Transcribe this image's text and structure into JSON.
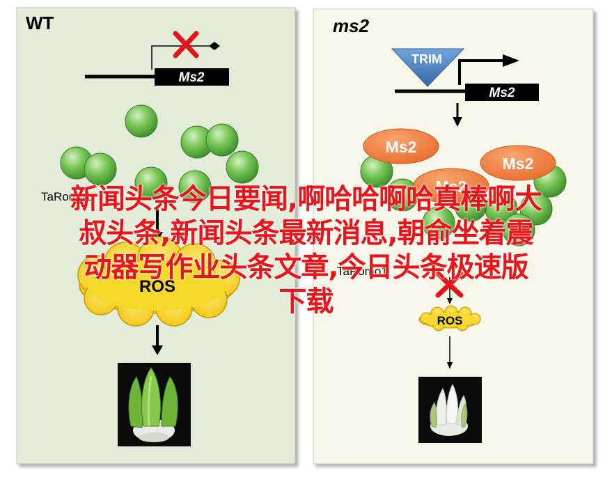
{
  "wt_panel": {
    "title": "WT",
    "gene_label": "Ms2",
    "protein_label": "TaRomo1",
    "ros_label": "ROS"
  },
  "ms2_panel": {
    "title": "ms2",
    "insertion_label": "TRIM",
    "gene_label": "Ms2",
    "protein_labels": [
      "Ms2",
      "Ms2",
      "Ms2"
    ],
    "romo_label": "TaRomo1",
    "ros_label": "ROS"
  },
  "overlay_text": {
    "line1": "新闻头条今日要闻,啊哈哈啊哈真棒啊大",
    "line2": "叔头条,新闻头条最新消息,朝俞坐着震",
    "line3": "动器写作业头条文章,今日头条极速版",
    "line4": "下载"
  },
  "colors": {
    "wt_background": "#e2ecd9",
    "ms2_background": "#f6f6e9",
    "sphere_green": "#6bc04b",
    "ms2_protein_orange": "#f07e3b",
    "ros_yellow": "#f7d117",
    "trim_blue": "#4a86c6",
    "cross_red": "#e5141b",
    "overlay_red": "#e8151b"
  }
}
